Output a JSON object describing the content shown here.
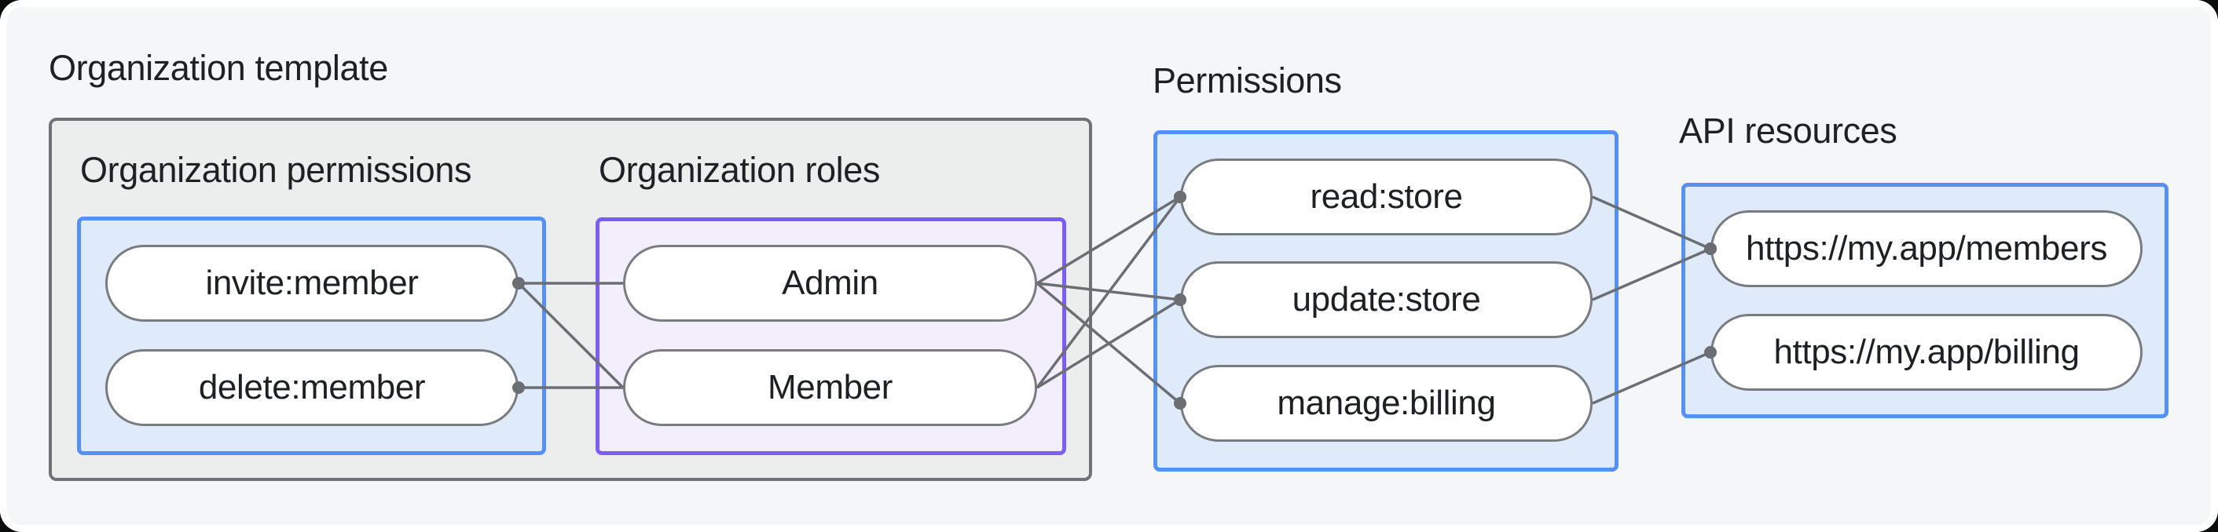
{
  "title": "Organization template",
  "groups": {
    "org_permissions": {
      "label": "Organization permissions",
      "items": [
        "invite:member",
        "delete:member"
      ]
    },
    "org_roles": {
      "label": "Organization roles",
      "items": [
        "Admin",
        "Member"
      ]
    },
    "permissions": {
      "label": "Permissions",
      "items": [
        "read:store",
        "update:store",
        "manage:billing"
      ]
    },
    "api_resources": {
      "label": "API resources",
      "items": [
        "https://my.app/members",
        "https://my.app/billing"
      ]
    }
  },
  "edges": [
    {
      "from": "invite_member",
      "to": "admin",
      "dot": "from"
    },
    {
      "from": "invite_member",
      "to": "member",
      "dot": "from"
    },
    {
      "from": "delete_member",
      "to": "member",
      "dot": "from"
    },
    {
      "from": "admin",
      "to": "read_store",
      "dot": "to"
    },
    {
      "from": "admin",
      "to": "update_store",
      "dot": "to"
    },
    {
      "from": "admin",
      "to": "manage_billing",
      "dot": "to"
    },
    {
      "from": "member",
      "to": "read_store",
      "dot": "to"
    },
    {
      "from": "member",
      "to": "update_store",
      "dot": "to"
    },
    {
      "from": "read_store",
      "to": "api_members",
      "dot": "to"
    },
    {
      "from": "update_store",
      "to": "api_members",
      "dot": "to"
    },
    {
      "from": "manage_billing",
      "to": "api_billing",
      "dot": "to"
    }
  ],
  "style": {
    "connector_color": "#6B6F73",
    "connector_width": 3.5,
    "dot_radius": 8,
    "canvas_bg": "#F5F6F7",
    "container_fill": "#ECEEEE",
    "container_border": "#6F7376",
    "blue_fill": "#DFEBFB",
    "blue_border": "#5591F5",
    "purple_fill": "#F3EEFC",
    "purple_border": "#7B5EF6",
    "pill_border": "#797C7F",
    "text_color": "#1E2023"
  }
}
